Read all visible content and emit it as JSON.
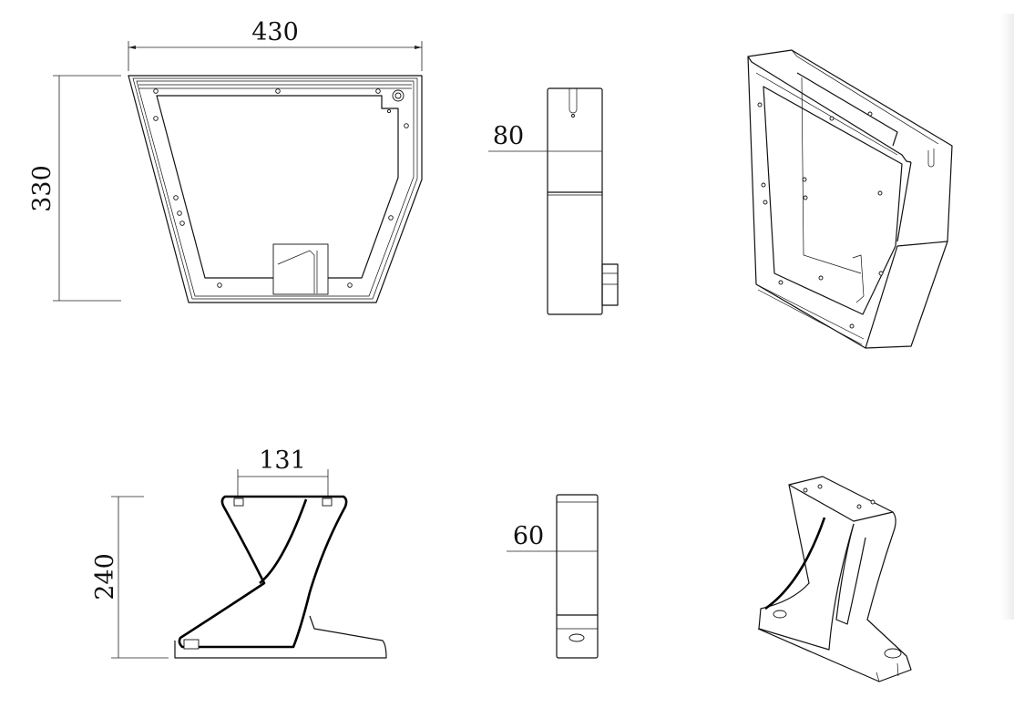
{
  "drawing": {
    "frame_view": {
      "width_label": "430",
      "height_label": "330",
      "side_depth_label": "80"
    },
    "stand_view": {
      "hole_spacing_label": "131",
      "height_label": "240",
      "side_depth_label": "60"
    }
  }
}
